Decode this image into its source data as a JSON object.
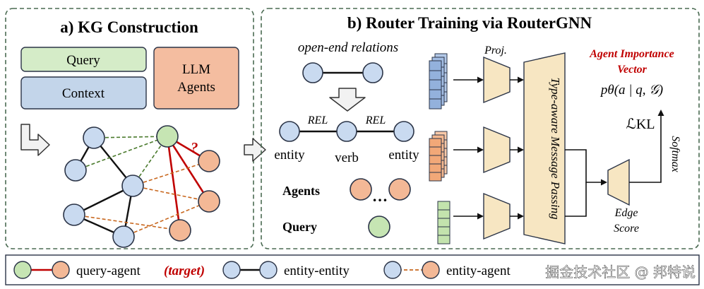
{
  "panel_a": {
    "title": "a) KG Construction",
    "boxes": {
      "query": "Query",
      "context": "Context",
      "llm_line1": "LLM",
      "llm_line2": "Agents"
    },
    "question_mark": "?"
  },
  "panel_b": {
    "title": "b) Router Training via RouterGNN",
    "open_end_relations": "open-end relations",
    "rel_left": "REL",
    "rel_right": "REL",
    "entity_left": "entity",
    "verb": "verb",
    "entity_right": "entity",
    "agents_label": "Agents",
    "agents_ellipsis": "…",
    "query_label": "Query",
    "proj_label": "Proj.",
    "message_passing": "Type-aware Message Passing",
    "agent_importance_line1": "Agent Importance",
    "agent_importance_line2": "Vector",
    "formula": "pθ(a | q, 𝒢)",
    "loss": "ℒKL",
    "softmax": "Softmax",
    "edge_score_line1": "Edge",
    "edge_score_line2": "Score"
  },
  "legend": {
    "query_agent": "query-agent",
    "target": "(target)",
    "entity_entity": "entity-entity",
    "entity_agent": "entity-agent"
  },
  "watermark": "掘金技术社区 @ 邦特说",
  "colors": {
    "query_fill": "#d5ecc8",
    "query_node": "#c6e5b3",
    "context_fill": "#c3d5ea",
    "entity_node": "#c9daf0",
    "agent_fill": "#f4bda0",
    "agent_node": "#f3b896",
    "proj_fill": "#f7e6c2",
    "target_red": "#c00000",
    "green_dash": "#4a7a2c",
    "orange_dash": "#c8671e",
    "node_stroke": "#2b3447",
    "panel_stroke": "#4a6a52"
  }
}
